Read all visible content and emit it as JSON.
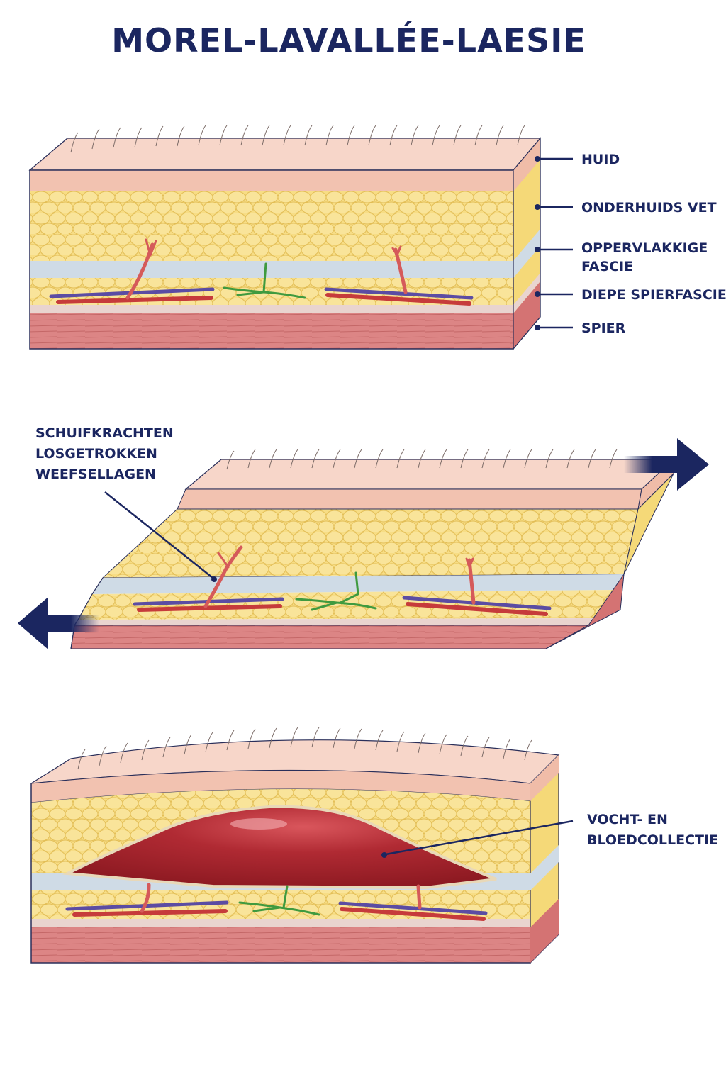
{
  "title": "MOREL-LAVALLÉE-LAESIE",
  "labels": {
    "huid": "HUID",
    "onderhuids_vet": "ONDERHUIDS VET",
    "oppervlakkige_fascie_1": "OPPERVLAKKIGE",
    "oppervlakkige_fascie_2": "FASCIE",
    "diepe_spierfascie": "DIEPE SPIERFASCIE",
    "spier": "SPIER",
    "schuifkrachten_1": "SCHUIFKRACHTEN",
    "schuifkrachten_2": "LOSGETROKKEN",
    "schuifkrachten_3": "WEEFSELLAGEN",
    "vocht_1": "VOCHT- EN",
    "vocht_2": "BLOEDCOLLECTIE"
  },
  "colors": {
    "navy": "#1b2660",
    "skin": "#f2c2b0",
    "fat": "#f5da7a",
    "fascia": "#c9d6e3",
    "muscle": "#d97c7c",
    "artery": "#c63b3b",
    "vein": "#5b4ca3",
    "nerve": "#3f9a3f",
    "blood": "#a3212a"
  }
}
